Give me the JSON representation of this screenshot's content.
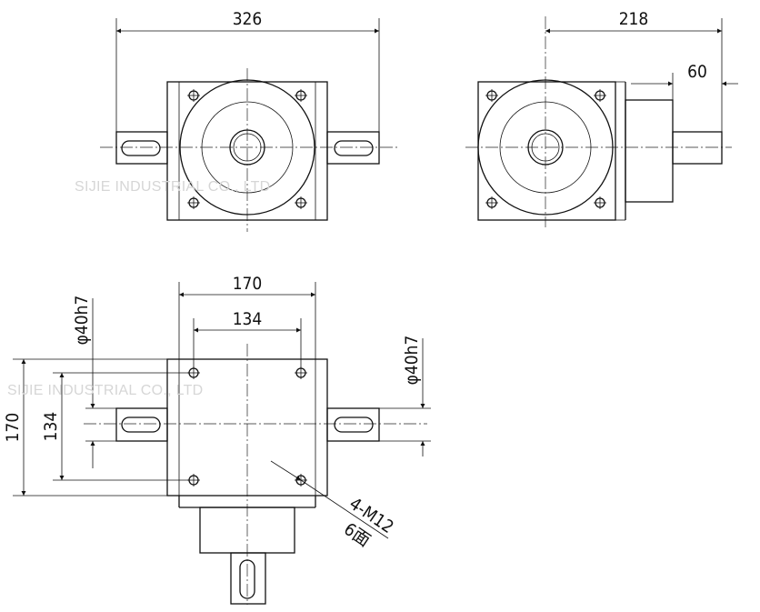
{
  "watermark": "SIJIE INDUSTRIAL CO., LTD",
  "dimensions": {
    "front_overall_width": "326",
    "side_overall_width": "218",
    "side_shaft_length": "60",
    "top_body_width": "170",
    "top_bolt_spacing_h": "134",
    "top_body_height": "170",
    "top_bolt_spacing_v": "134",
    "shaft_dia_left": "φ40h7",
    "shaft_dia_right": "φ40h7",
    "bolt_callout": "4-M12",
    "faces_callout": "6面"
  }
}
